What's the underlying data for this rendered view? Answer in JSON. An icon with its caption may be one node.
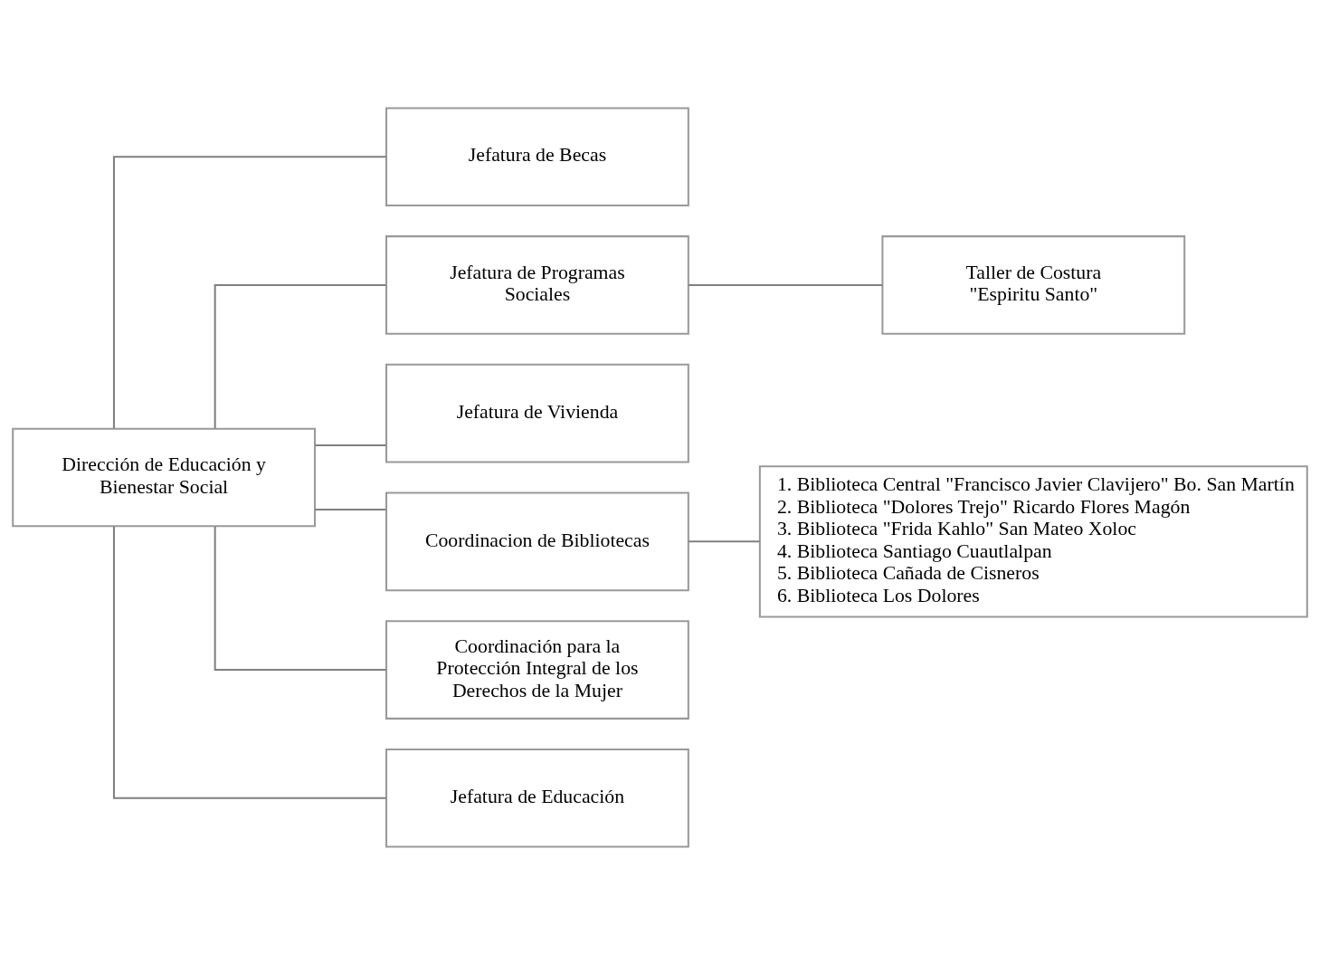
{
  "diagram": {
    "nodes": [
      {
        "text": [
          "Dirección de Educación y Bienestar Social"
        ]
      },
      {
        "text": [
          "Jefatura de Becas"
        ]
      },
      {
        "text": [
          "Jefatura de Programas Sociales"
        ]
      },
      {
        "text": [
          "Taller de Costura \"Espiritu Santo\""
        ]
      },
      {
        "text": [
          "Jefatura de Vivienda"
        ]
      },
      {
        "text": [
          "Coordinacion de Bibliotecas"
        ]
      },
      {
        "text": [
          "1. Biblioteca Central \"Francisco Javier Clavijero\" Bo. San Martín",
          "2. Biblioteca \"Dolores Trejo\" Ricardo Flores Magón",
          "3. Biblioteca \"Frida Kahlo\" San Mateo Xoloc",
          "4. Biblioteca Santiago Cuautlalpan",
          "5. Biblioteca Cañada de Cisneros",
          "6. Biblioteca Los Dolores"
        ]
      },
      {
        "text": [
          "Coordinación para la Protección Integral de los Derechos de la Mujer"
        ]
      },
      {
        "text": [
          "Jefatura de Educación"
        ]
      }
    ],
    "edges": [
      {
        "from": 0,
        "to": 1,
        "arrow": "none"
      },
      {
        "from": 0,
        "to": 2,
        "arrow": "none"
      },
      {
        "from": 2,
        "to": 3,
        "arrow": "none"
      },
      {
        "from": 0,
        "to": 4,
        "arrow": "none"
      },
      {
        "from": 0,
        "to": 5,
        "arrow": "none"
      },
      {
        "from": 5,
        "to": 6,
        "arrow": "none"
      },
      {
        "from": 0,
        "to": 7,
        "arrow": "none"
      },
      {
        "from": 0,
        "to": 8,
        "arrow": "none"
      }
    ]
  }
}
